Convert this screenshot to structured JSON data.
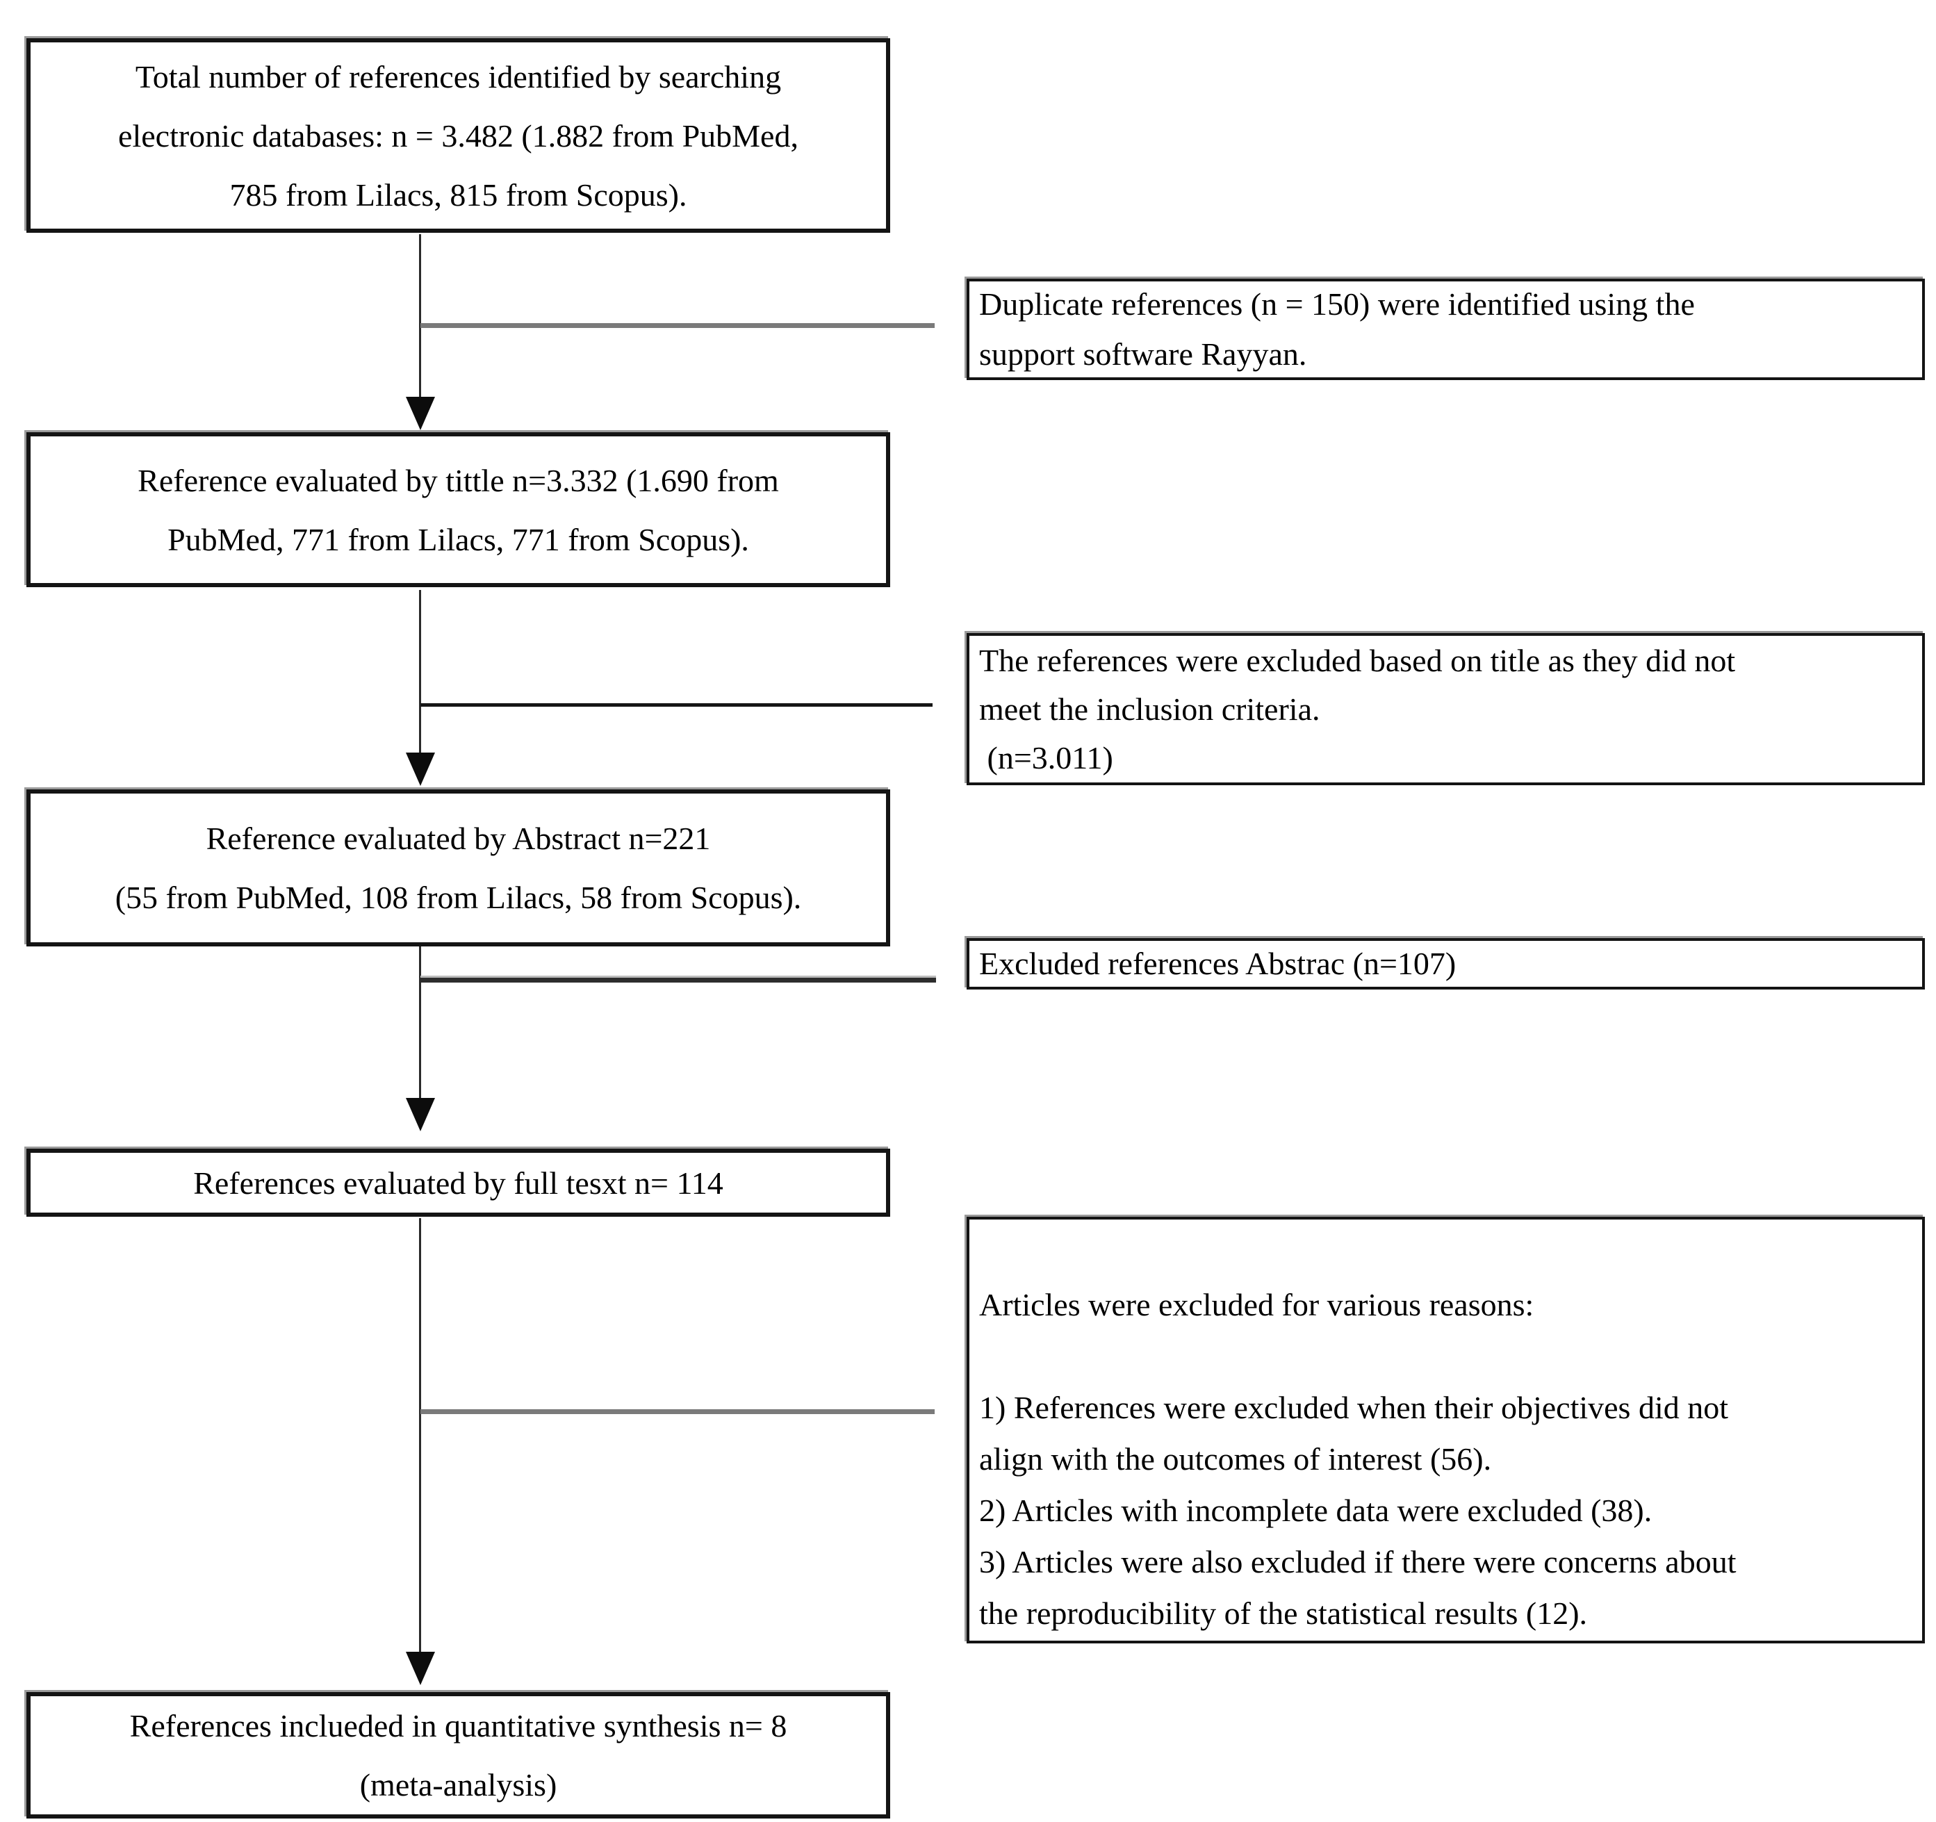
{
  "diagram": {
    "type": "flowchart",
    "colors": {
      "background": "#ffffff",
      "box_border": "#141414",
      "connector_dark": "#2a2a2a",
      "connector_gray": "#7a7a7a",
      "text": "#000000"
    },
    "main_boxes": [
      {
        "name": "records-identified",
        "lines": [
          "Total number of references identified by searching",
          "electronic databases: n = 3.482 (1.882 from PubMed,",
          "785 from Lilacs, 815 from Scopus)."
        ]
      },
      {
        "name": "evaluated-by-title",
        "lines": [
          "Reference evaluated by tittle n=3.332 (1.690 from",
          "PubMed, 771 from Lilacs, 771 from Scopus)."
        ]
      },
      {
        "name": "evaluated-by-abstract",
        "lines": [
          "Reference evaluated by Abstract n=221",
          "(55 from PubMed, 108 from Lilacs, 58 from Scopus)."
        ]
      },
      {
        "name": "evaluated-by-fulltext",
        "lines": [
          "References evaluated by full tesxt  n= 114"
        ]
      },
      {
        "name": "included-quantitative-synthesis",
        "lines": [
          "References inclueded in quantitative synthesis n= 8",
          "(meta-analysis)"
        ]
      }
    ],
    "side_boxes": [
      {
        "name": "duplicates-removed",
        "lines": [
          "Duplicate references (n = 150) were identified using the",
          "support software Rayyan."
        ]
      },
      {
        "name": "excluded-by-title",
        "lines": [
          "The references were excluded based on title as they did not",
          "meet the inclusion criteria.",
          " (n=3.011)"
        ]
      },
      {
        "name": "excluded-by-abstract",
        "lines": [
          "Excluded references Abstrac (n=107)"
        ]
      },
      {
        "name": "excluded-fulltext-reasons",
        "lines": [
          "Articles were excluded for various reasons:",
          "",
          "1) References were excluded when their objectives did not",
          "align with the outcomes of interest (56).",
          "2) Articles with incomplete data were excluded (38).",
          "3) Articles were also excluded if there were concerns about",
          "the reproducibility of the statistical results (12)."
        ]
      }
    ]
  }
}
